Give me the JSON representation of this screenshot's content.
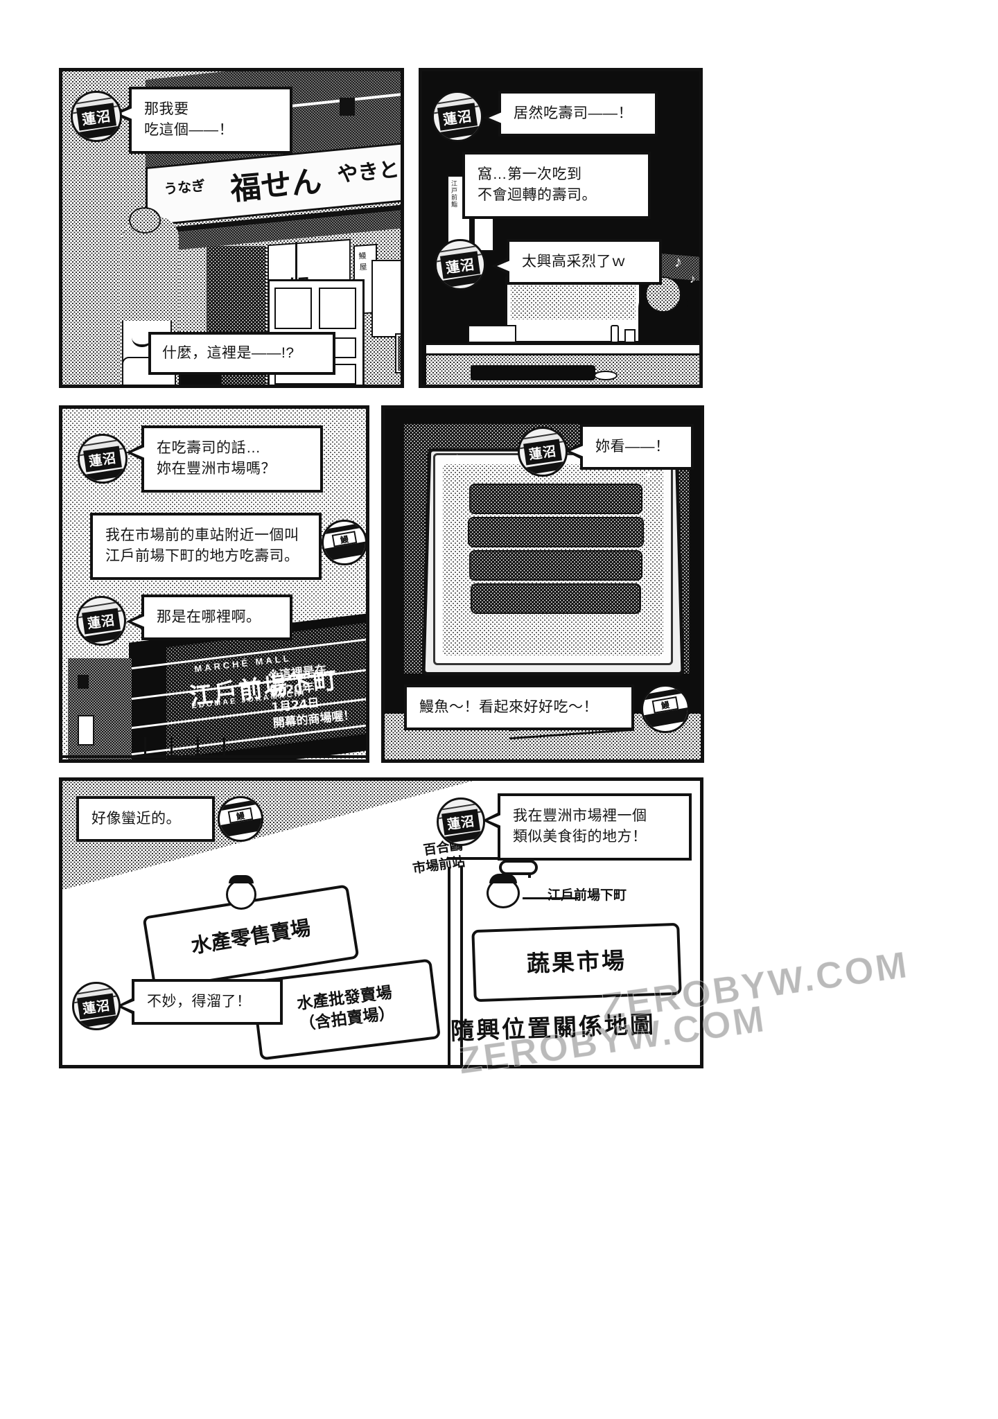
{
  "page": {
    "title": "manga-page-unagi-toyosu",
    "background_color": "#ffffff",
    "ink_color": "#111111"
  },
  "speaker": {
    "name_tag": "蓮沼"
  },
  "panels": [
    {
      "id": "panel-1",
      "position": "top-left",
      "scene": "unagi / yakitori shop storefront with girl in foreground",
      "shop_sign": {
        "left_text": "うなぎ",
        "center_text": "福せん",
        "right_text": "やきとり",
        "noren_text": "鰻"
      },
      "bubbles": [
        {
          "id": "p1-b1",
          "text": "那我要\n吃這個——！",
          "has_avatar": true
        },
        {
          "id": "p1-b2",
          "text": "什麼，這裡是——!?",
          "has_avatar": false
        }
      ]
    },
    {
      "id": "panel-2",
      "position": "top-right",
      "scene": "sushi counter interior, dark",
      "bubbles": [
        {
          "id": "p2-b1",
          "text": "居然吃壽司——！",
          "has_avatar": true
        },
        {
          "id": "p2-b2",
          "text": "窩…第一次吃到\n不會迴轉的壽司。",
          "has_avatar": false
        },
        {
          "id": "p2-b3",
          "text": "太興高采烈了ｗ",
          "has_avatar": true
        }
      ]
    },
    {
      "id": "panel-3",
      "position": "middle-left",
      "scene": "Marché Mall Edomae Jokamachi building exterior",
      "building_sign": {
        "brand": "MARCHÉ MALL",
        "name_jp": "江戶前場下町",
        "name_romaji": "EDOMAE JOKAMACHI"
      },
      "footnote": "※這裡是在\n2020年\n1月24日\n開幕的商場喔！",
      "bubbles": [
        {
          "id": "p3-b1",
          "text": "在吃壽司的話…\n妳在豐洲市場嗎？",
          "has_avatar": true
        },
        {
          "id": "p3-b2",
          "text": "我在市場前的車站附近一個叫\n江戶前場下町的地方吃壽司。",
          "has_avatar": false
        },
        {
          "id": "p3-b3",
          "text": "那是在哪裡啊。",
          "has_avatar": true
        }
      ]
    },
    {
      "id": "panel-4",
      "position": "middle-right",
      "scene": "bento box of grilled unagi over rice, close-up",
      "bubbles": [
        {
          "id": "p4-b1",
          "text": "妳看——！",
          "has_avatar": true
        },
        {
          "id": "p4-b2",
          "text": "鰻魚～！看起來好好吃～！",
          "has_avatar": false
        }
      ]
    },
    {
      "id": "panel-5",
      "position": "bottom-wide",
      "scene": "hand-drawn rough map of Toyosu Market area",
      "bubbles": [
        {
          "id": "p5-b1",
          "text": "好像蠻近的。",
          "has_avatar": false
        },
        {
          "id": "p5-b2",
          "text": "我在豐洲市場裡一個\n類似美食街的地方！",
          "has_avatar": true
        },
        {
          "id": "p5-b3",
          "text": "不妙，得溜了！",
          "has_avatar": true
        }
      ],
      "map": {
        "station_label": "百合鷗\n市場前站",
        "callout_label": "江戶前場下町",
        "blocks": [
          {
            "id": "map-block-fish-retail",
            "text": "水產零售賣場"
          },
          {
            "id": "map-block-fish-wholesale",
            "text": "水產批發賣場\n（含拍賣場）"
          },
          {
            "id": "map-block-produce",
            "text": "蔬果市場"
          }
        ],
        "map_title": "隨興位置關係地圖"
      }
    }
  ],
  "watermark": {
    "text_1": "ZEROBYW.COM",
    "text_2": "ZEROBYW.COM"
  }
}
